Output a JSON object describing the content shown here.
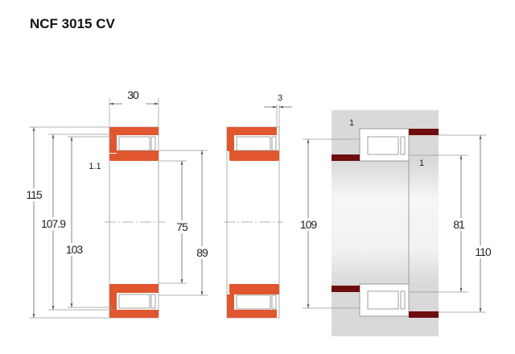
{
  "title": "NCF 3015 CV",
  "colors": {
    "ring": "#e0562e",
    "shaft_ring": "#6e0d0d",
    "housing": "#d9d9d9"
  },
  "view1": {
    "width": "30",
    "outer_d": "115",
    "d1": "107.9",
    "d2": "103",
    "bore": "75",
    "inner_d": "89",
    "chamfer": "1.1"
  },
  "view2": {
    "offset": "3"
  },
  "view3": {
    "housing_d": "109",
    "shaft_d": "81",
    "shoulder_d": "110",
    "r_top": "1",
    "r_inner": "1"
  }
}
